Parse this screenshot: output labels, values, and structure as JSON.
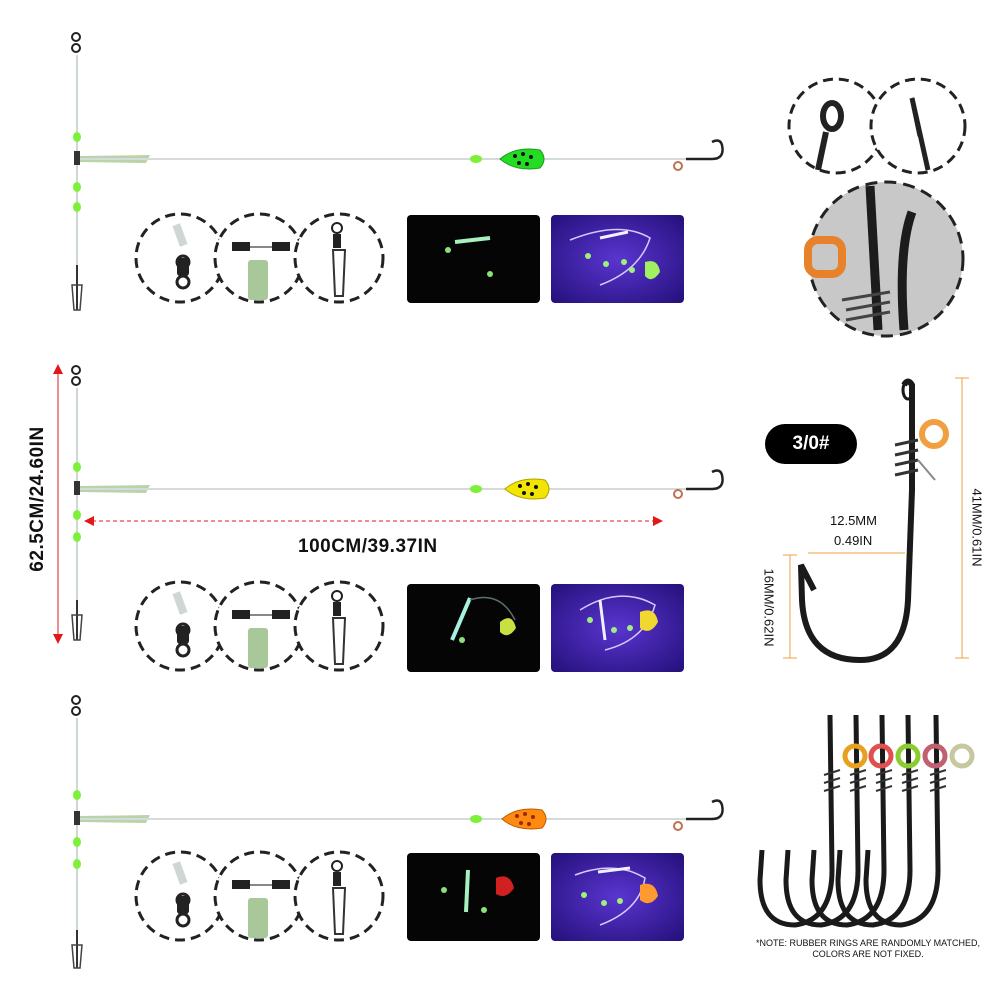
{
  "rig_rows": [
    {
      "spoon": "green",
      "spoon_color": "#22dd22"
    },
    {
      "spoon": "yellow",
      "spoon_color": "#f2e600"
    },
    {
      "spoon": "orange",
      "spoon_color": "#ff8a10"
    }
  ],
  "dimensions": {
    "height_label": "62.5CM/24.60IN",
    "length_label": "100CM/39.37IN",
    "hook_height_label": "41MM/0.61IN",
    "hook_width_label_mm": "12.5MM",
    "hook_width_label_in": "0.49IN",
    "gap_label": "16MM/0.62IN"
  },
  "hook_size_badge": "3/0#",
  "note": {
    "line1": "*NOTE: RUBBER RINGS ARE RANDOMLY MATCHED,",
    "line2": "COLORS ARE NOT FIXED."
  },
  "colors": {
    "glow_bead": "#7ff03a",
    "measure_red": "#e01818",
    "measure_orange": "#f0a040",
    "uv_background": "#3a1aa0",
    "dark_background": "#050505"
  }
}
